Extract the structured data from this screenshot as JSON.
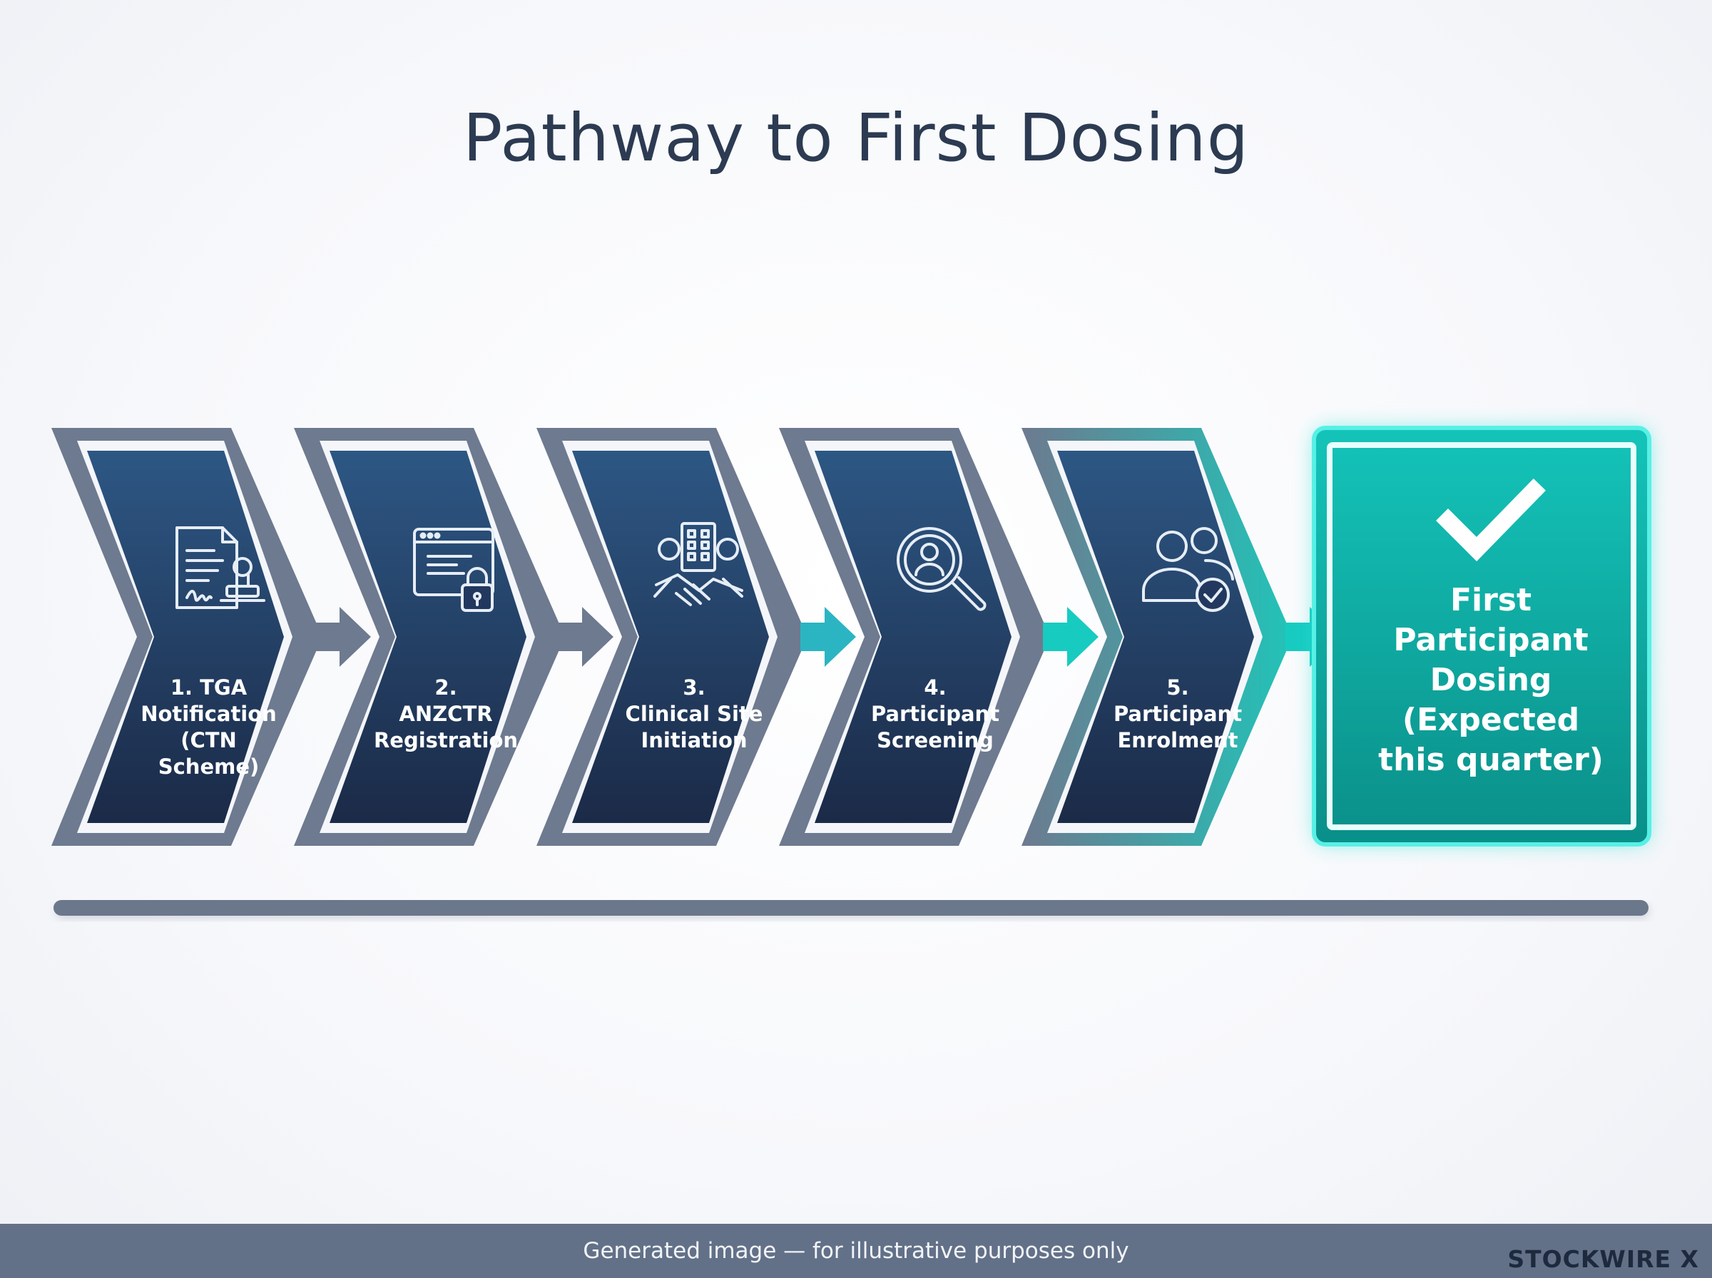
{
  "title": "Pathway to First Dosing",
  "steps": [
    {
      "lines": [
        "1. TGA",
        "Notification",
        "(CTN",
        "Scheme)"
      ],
      "icon": "document-stamp-icon"
    },
    {
      "lines": [
        "2.",
        "ANZCTR",
        "Registration"
      ],
      "icon": "browser-lock-icon"
    },
    {
      "lines": [
        "3.",
        "Clinical Site",
        "Initiation"
      ],
      "icon": "building-handshake-icon"
    },
    {
      "lines": [
        "4.",
        "Participant",
        "Screening"
      ],
      "icon": "magnifier-person-icon"
    },
    {
      "lines": [
        "5.",
        "Participant",
        "Enrolment"
      ],
      "icon": "people-check-icon"
    }
  ],
  "final": {
    "lines": [
      "First",
      "Participant",
      "Dosing",
      "(Expected",
      "this quarter)"
    ],
    "icon": "checkmark-icon"
  },
  "colors": {
    "navy_top": "#2d5784",
    "navy_bottom": "#1b2a47",
    "slate": "#6d7a8f",
    "teal": "#11b7ae",
    "teal_glow": "#2fe6da",
    "title": "#2c3b52"
  },
  "footer": {
    "note": "Generated image — for illustrative purposes only",
    "brand": "STOCKWIRE X"
  }
}
